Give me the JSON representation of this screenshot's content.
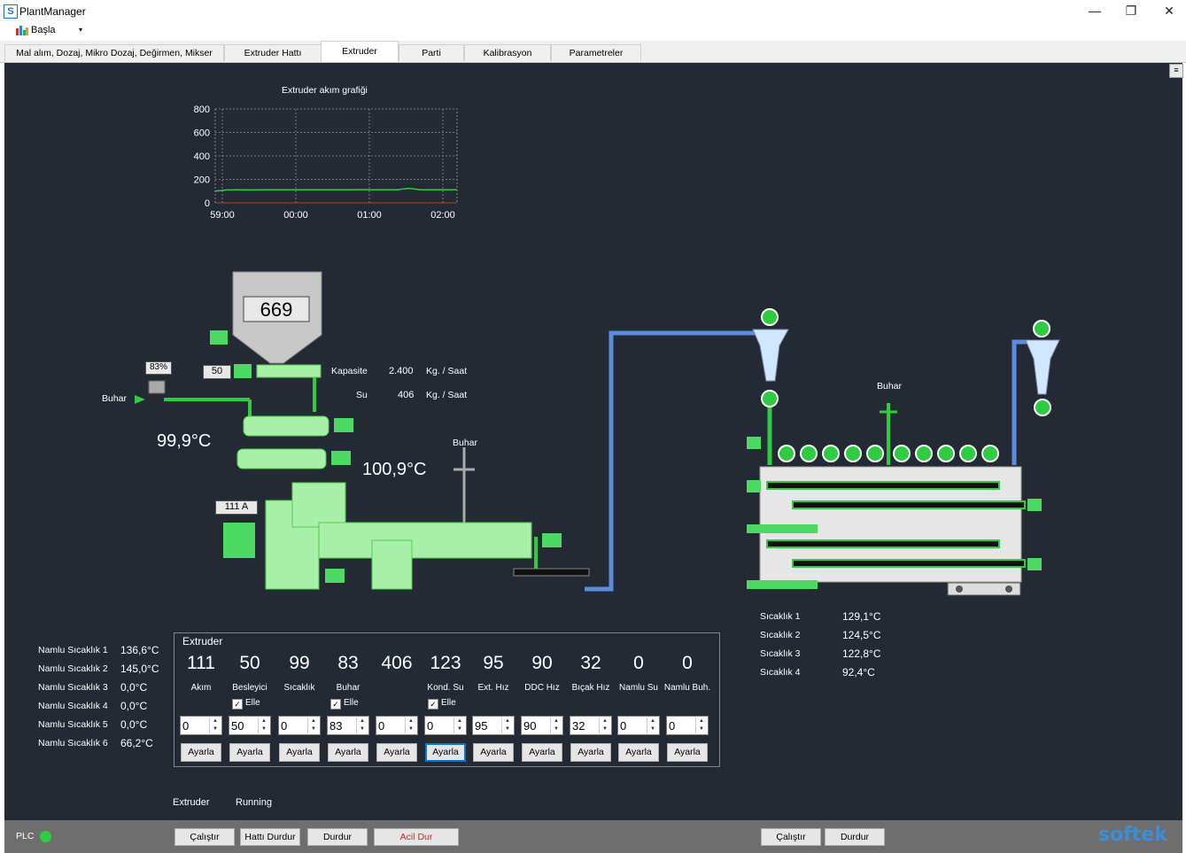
{
  "window": {
    "title": "PlantManager",
    "icon_letter": "S",
    "minimize": "—",
    "restore": "❐",
    "close": "✕"
  },
  "menu": {
    "start_label": "Başla",
    "dropdown_arrow": "▾"
  },
  "tabs": [
    {
      "label": "Mal alım, Dozaj, Mikro Dozaj, Değirmen, Mikser"
    },
    {
      "label": "Extruder Hattı"
    },
    {
      "label": "Extruder"
    },
    {
      "label": "Parti"
    },
    {
      "label": "Kalibrasyon"
    },
    {
      "label": "Parametreler"
    }
  ],
  "active_tab": "Extruder",
  "chart_data": {
    "type": "line",
    "title": "Extruder akım grafiği",
    "xlabel": "",
    "ylabel": "",
    "x_ticks": [
      "59:00",
      "00:00",
      "01:00",
      "02:00"
    ],
    "y_ticks": [
      "0",
      "200",
      "400",
      "600",
      "800"
    ],
    "ylim": [
      0,
      800
    ],
    "grid": true,
    "series": [
      {
        "color": "#2ecc40",
        "x_minutes": [
          0,
          10,
          20,
          30,
          40,
          50,
          60,
          70,
          80,
          90,
          100,
          110,
          120,
          130,
          140,
          150,
          160,
          170,
          180,
          190,
          200
        ],
        "values": [
          100,
          110,
          111,
          110,
          112,
          111,
          111,
          112,
          111,
          111,
          112,
          111,
          113,
          112,
          111,
          112,
          124,
          112,
          111,
          112,
          111
        ]
      }
    ]
  },
  "process": {
    "hopper_value": "669",
    "feeder_setpoint": "50",
    "steam_valve_percent": "83%",
    "steam_label_left": "Buhar",
    "steam_label_mid": "Buhar",
    "steam_label_dryer": "Buhar",
    "conditioner_temp": "99,9°C",
    "barrel_temp": "100,9°C",
    "motor_current": "111 A",
    "capacity_label": "Kapasite",
    "capacity_value": "2.400",
    "capacity_unit": "Kg. / Saat",
    "water_label": "Su",
    "water_value": "406",
    "water_unit": "Kg. / Saat"
  },
  "barrel_temps": [
    {
      "label": "Namlu Sıcaklık 1",
      "value": "136,6°C"
    },
    {
      "label": "Namlu Sıcaklık 2",
      "value": "145,0°C"
    },
    {
      "label": "Namlu Sıcaklık 3",
      "value": "0,0°C"
    },
    {
      "label": "Namlu Sıcaklık 4",
      "value": "0,0°C"
    },
    {
      "label": "Namlu Sıcaklık 5",
      "value": "0,0°C"
    },
    {
      "label": "Namlu Sıcaklık 6",
      "value": "66,2°C"
    }
  ],
  "dryer_temps": [
    {
      "label": "Sıcaklık 1",
      "value": "129,1°C"
    },
    {
      "label": "Sıcaklık 2",
      "value": "124,5°C"
    },
    {
      "label": "Sıcaklık 3",
      "value": "122,8°C"
    },
    {
      "label": "Sıcaklık 4",
      "value": "92,4°C"
    }
  ],
  "extruder_group": {
    "title": "Extruder",
    "manual_label": "Elle",
    "set_label": "Ayarla",
    "columns": [
      {
        "value": "111",
        "label": "Akım",
        "manual": false,
        "input": "0"
      },
      {
        "value": "50",
        "label": "Besleyici",
        "manual": true,
        "input": "50"
      },
      {
        "value": "99",
        "label": "Sıcaklık",
        "manual": false,
        "input": "0"
      },
      {
        "value": "83",
        "label": "Buhar",
        "manual": true,
        "input": "83"
      },
      {
        "value": "406",
        "label": "",
        "manual": false,
        "input": "0"
      },
      {
        "value": "123",
        "label": "Kond. Su",
        "manual": true,
        "input": "0"
      },
      {
        "value": "95",
        "label": "Ext. Hız",
        "manual": false,
        "input": "95"
      },
      {
        "value": "90",
        "label": "DDC Hız",
        "manual": false,
        "input": "90"
      },
      {
        "value": "32",
        "label": "Bıçak Hız",
        "manual": false,
        "input": "32"
      },
      {
        "value": "0",
        "label": "Namlu Su",
        "manual": false,
        "input": "0"
      },
      {
        "value": "0",
        "label": "Namlu Buh.",
        "manual": false,
        "input": "0"
      }
    ]
  },
  "status": {
    "name": "Extruder",
    "state": "Running"
  },
  "bottom": {
    "plc_label": "PLC",
    "start_label": "Çalıştır",
    "line_stop_label": "Hattı Durdur",
    "stop_label": "Durdur",
    "emergency_label": "Acil Dur",
    "dryer_start_label": "Çalıştır",
    "dryer_stop_label": "Durdur",
    "brand": "softek"
  },
  "colors": {
    "background": "#232a34",
    "machine": "#a8f0a8",
    "accent_green": "#2ecc40",
    "pipe_blue": "#5a8de0",
    "emergency_text": "#e02020",
    "brand": "#3a8fd8"
  }
}
